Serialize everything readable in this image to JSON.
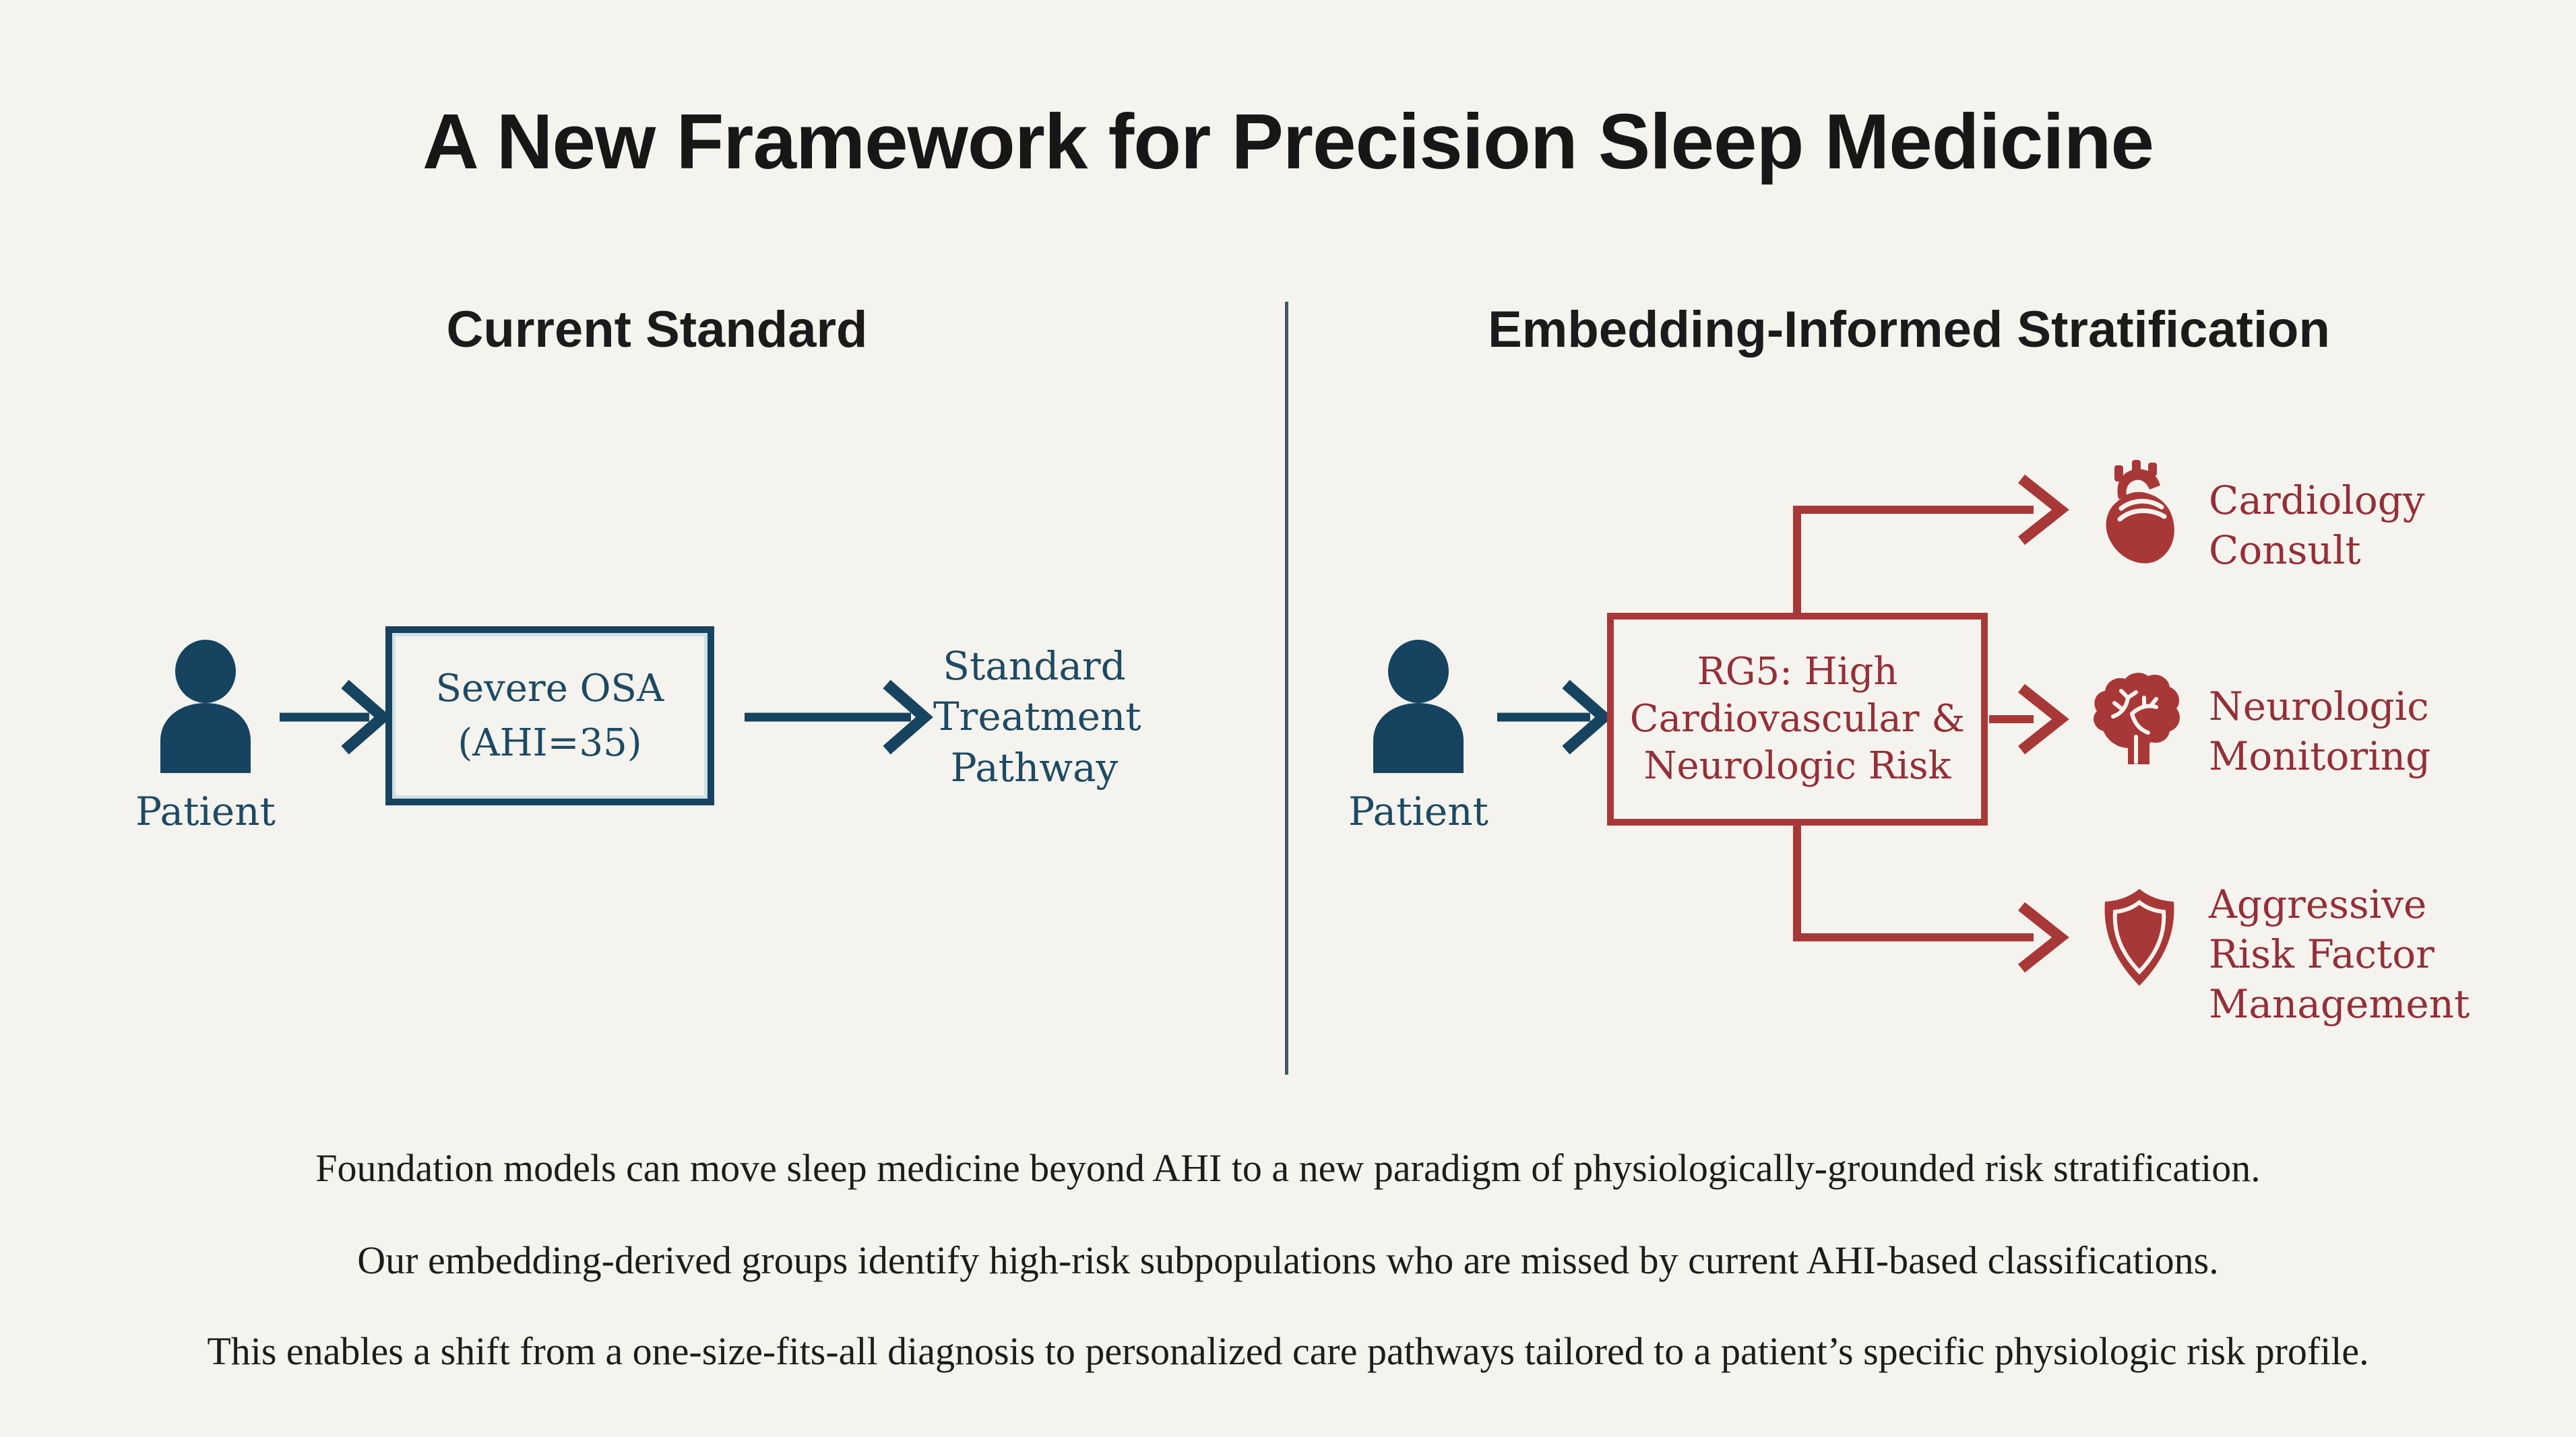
{
  "title": "A New Framework for Precision Sleep Medicine",
  "columns": {
    "left": {
      "header": "Current Standard",
      "patient_label": "Patient",
      "box_lines": [
        "Severe OSA",
        "(AHI=35)"
      ],
      "outcome_lines": [
        "Standard",
        "Treatment",
        "Pathway"
      ]
    },
    "right": {
      "header": "Embedding-Informed Stratification",
      "patient_label": "Patient",
      "box_lines": [
        "RG5: High",
        "Cardiovascular &",
        "Neurologic Risk"
      ],
      "outcomes": [
        {
          "icon": "heart-icon",
          "lines": [
            "Cardiology",
            "Consult"
          ]
        },
        {
          "icon": "brain-icon",
          "lines": [
            "Neurologic",
            "Monitoring"
          ]
        },
        {
          "icon": "shield-icon",
          "lines": [
            "Aggressive",
            "Risk Factor",
            "Management"
          ]
        }
      ]
    }
  },
  "footer": {
    "lines": [
      "Foundation models can move sleep medicine beyond AHI to a new paradigm of physiologically-grounded risk stratification.",
      "Our embedding-derived groups identify high-risk subpopulations who are missed by current AHI-based classifications.",
      "This enables a shift from a one-size-fits-all diagnosis to personalized care pathways tailored to a patient’s specific physiologic risk profile."
    ]
  },
  "colors": {
    "background": "#f5f3ee",
    "navy": "#16435f",
    "navy_text": "#1d4a63",
    "red": "#a83838",
    "red_text": "#942f38",
    "ink": "#1c1c1c",
    "divider": "#3f5a66"
  }
}
